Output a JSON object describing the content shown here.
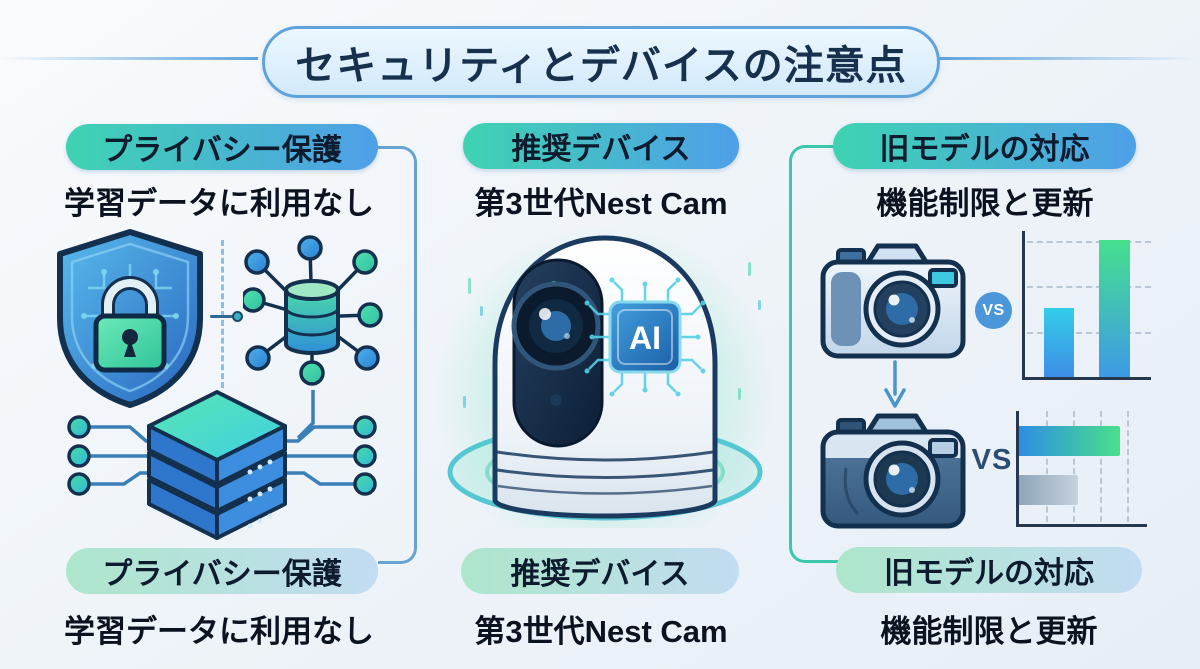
{
  "title": "セキュリティとデバイスの注意点",
  "columns": {
    "privacy": {
      "top_label": "プライバシー保護",
      "top_caption": "学習データに利用なし",
      "bottom_label": "プライバシー保護",
      "bottom_caption": "学習データに利用なし"
    },
    "device": {
      "top_label": "推奨デバイス",
      "top_caption": "第3世代Nest Cam",
      "bottom_label": "推奨デバイス",
      "bottom_caption": "第3世代Nest Cam"
    },
    "legacy": {
      "top_label": "旧モデルの対応",
      "top_caption": "機能制限と更新",
      "bottom_label": "旧モデルの対応",
      "bottom_caption": "機能制限と更新"
    }
  },
  "labels": {
    "ai_chip": "AI",
    "vs_top": "VS",
    "vs_bottom": "VS"
  },
  "colors": {
    "background": "#eef3f8",
    "title_border": "#5ea3dc",
    "title_text": "#17304e",
    "pill_top_gradient": [
      "#3ed3b2",
      "#4f9fe8"
    ],
    "pill_bottom_gradient": [
      "#ade6cb",
      "#c2dcf2"
    ],
    "bracket_left": "#66a3cf",
    "bracket_right": "#3bc7ab",
    "vs_badge": "#4b97d9"
  },
  "chart_data": [
    {
      "type": "bar",
      "orientation": "vertical",
      "values": [
        47,
        94
      ],
      "max": 100,
      "gridlines": "dashed",
      "colors": [
        [
          "#33cdea",
          "#3e8ee6"
        ],
        [
          "#45e08d",
          "#3e9ae6"
        ]
      ]
    },
    {
      "type": "bar",
      "orientation": "horizontal",
      "values": [
        79,
        46
      ],
      "max": 100,
      "gridlines": "dashed",
      "colors": [
        [
          "#2e8ee2",
          "#49e08b"
        ],
        [
          "#8fa5ba",
          "#c6d2de"
        ]
      ]
    }
  ]
}
